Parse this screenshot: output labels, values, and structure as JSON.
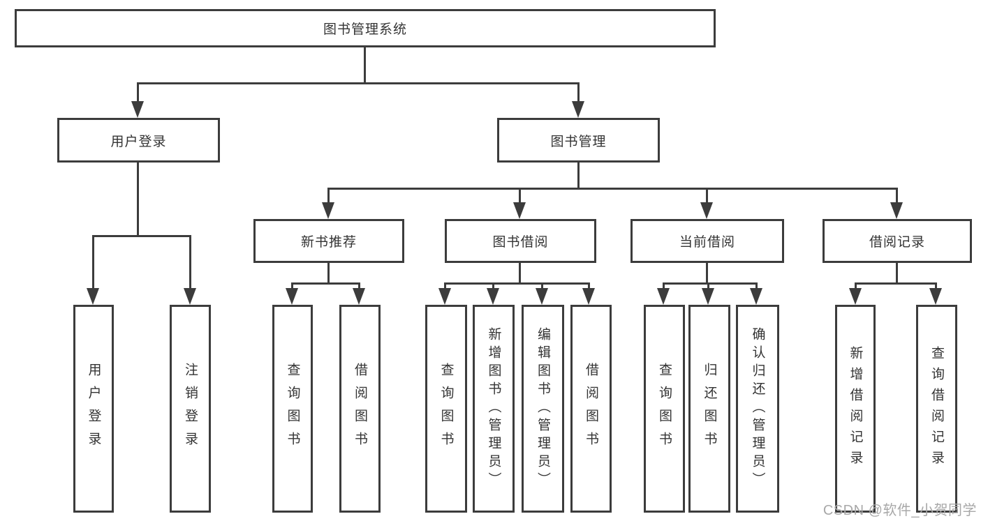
{
  "tree": {
    "label": "图书管理系统",
    "children": [
      {
        "label": "用户登录",
        "children": [
          {
            "label": "用户登录"
          },
          {
            "label": "注销登录"
          }
        ]
      },
      {
        "label": "图书管理",
        "children": [
          {
            "label": "新书推荐",
            "children": [
              {
                "label": "查询图书"
              },
              {
                "label": "借阅图书"
              }
            ]
          },
          {
            "label": "图书借阅",
            "children": [
              {
                "label": "查询图书"
              },
              {
                "label": "新增图书（管理员）"
              },
              {
                "label": "编辑图书（管理员）"
              },
              {
                "label": "借阅图书"
              }
            ]
          },
          {
            "label": "当前借阅",
            "children": [
              {
                "label": "查询图书"
              },
              {
                "label": "归还图书"
              },
              {
                "label": "确认归还（管理员）"
              }
            ]
          },
          {
            "label": "借阅记录",
            "children": [
              {
                "label": "新增借阅记录"
              },
              {
                "label": "查询借阅记录"
              }
            ]
          }
        ]
      }
    ]
  },
  "watermark": {
    "text": "CSDN @软件_小贺同学"
  },
  "colors": {
    "line": "#3c3c3c",
    "text": "#333333",
    "watermark": "#a8a8a8",
    "background": "#ffffff"
  }
}
